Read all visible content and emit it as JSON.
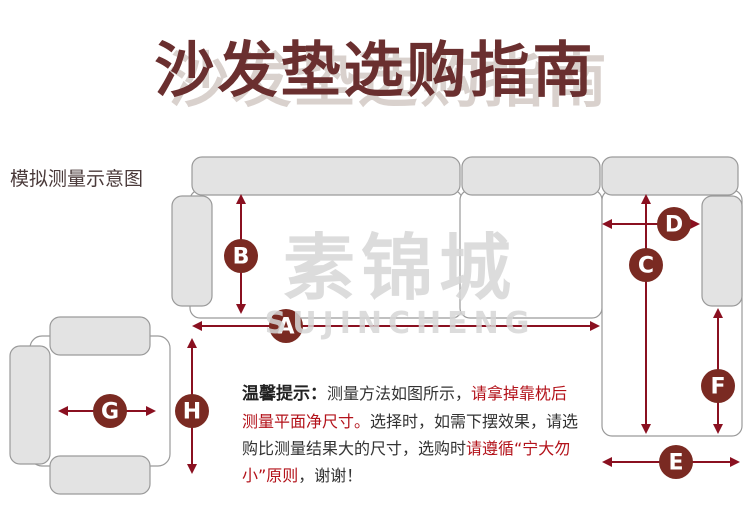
{
  "title": "沙发垫选购指南",
  "diagram_label": "模拟测量示意图",
  "watermark": {
    "chinese": "素锦城",
    "english": "SUJINCHENG"
  },
  "markers": {
    "a": "A",
    "b": "B",
    "c": "C",
    "d": "D",
    "e": "E",
    "f": "F",
    "g": "G",
    "h": "H"
  },
  "tip": {
    "heading": "温馨提示：",
    "part1": "测量方法如图所示，",
    "part2_red": "请拿掉靠枕后测量平面净尺寸。",
    "part3": "选择时，如需下摆效果，请选购比测量结果大的尺寸，选购时",
    "part4_red": "请遵循“宁大勿小”原则",
    "part5": "，谢谢！"
  },
  "colors": {
    "title": "#6a2f2f",
    "arrow": "#8a1020",
    "marker": "#7a2a22",
    "highlight": "#b3121a",
    "cushion": "#e3e3e3"
  }
}
